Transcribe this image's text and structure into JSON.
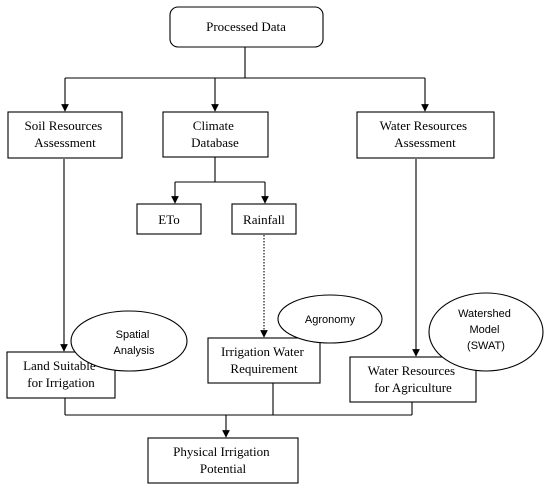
{
  "nodes": {
    "processed_data": [
      "Processed Data"
    ],
    "soil": [
      "Soil Resources",
      "Assessment"
    ],
    "climate": [
      "Climate",
      "Database"
    ],
    "water": [
      "Water Resources",
      "Assessment"
    ],
    "eto": [
      "ETo"
    ],
    "rainfall": [
      "Rainfall"
    ],
    "land": [
      "Land Suitable",
      "for Irrigation"
    ],
    "irrigation": [
      "Irrigation Water",
      "Requirement"
    ],
    "water_ag": [
      "Water Resources",
      "for Agriculture"
    ],
    "potential": [
      "Physical Irrigation",
      "Potential"
    ]
  },
  "ovals": {
    "spatial": [
      "Spatial",
      "Analysis"
    ],
    "agronomy": [
      "Agronomy"
    ],
    "watershed": [
      "Watershed",
      "Model",
      "(SWAT)"
    ]
  }
}
